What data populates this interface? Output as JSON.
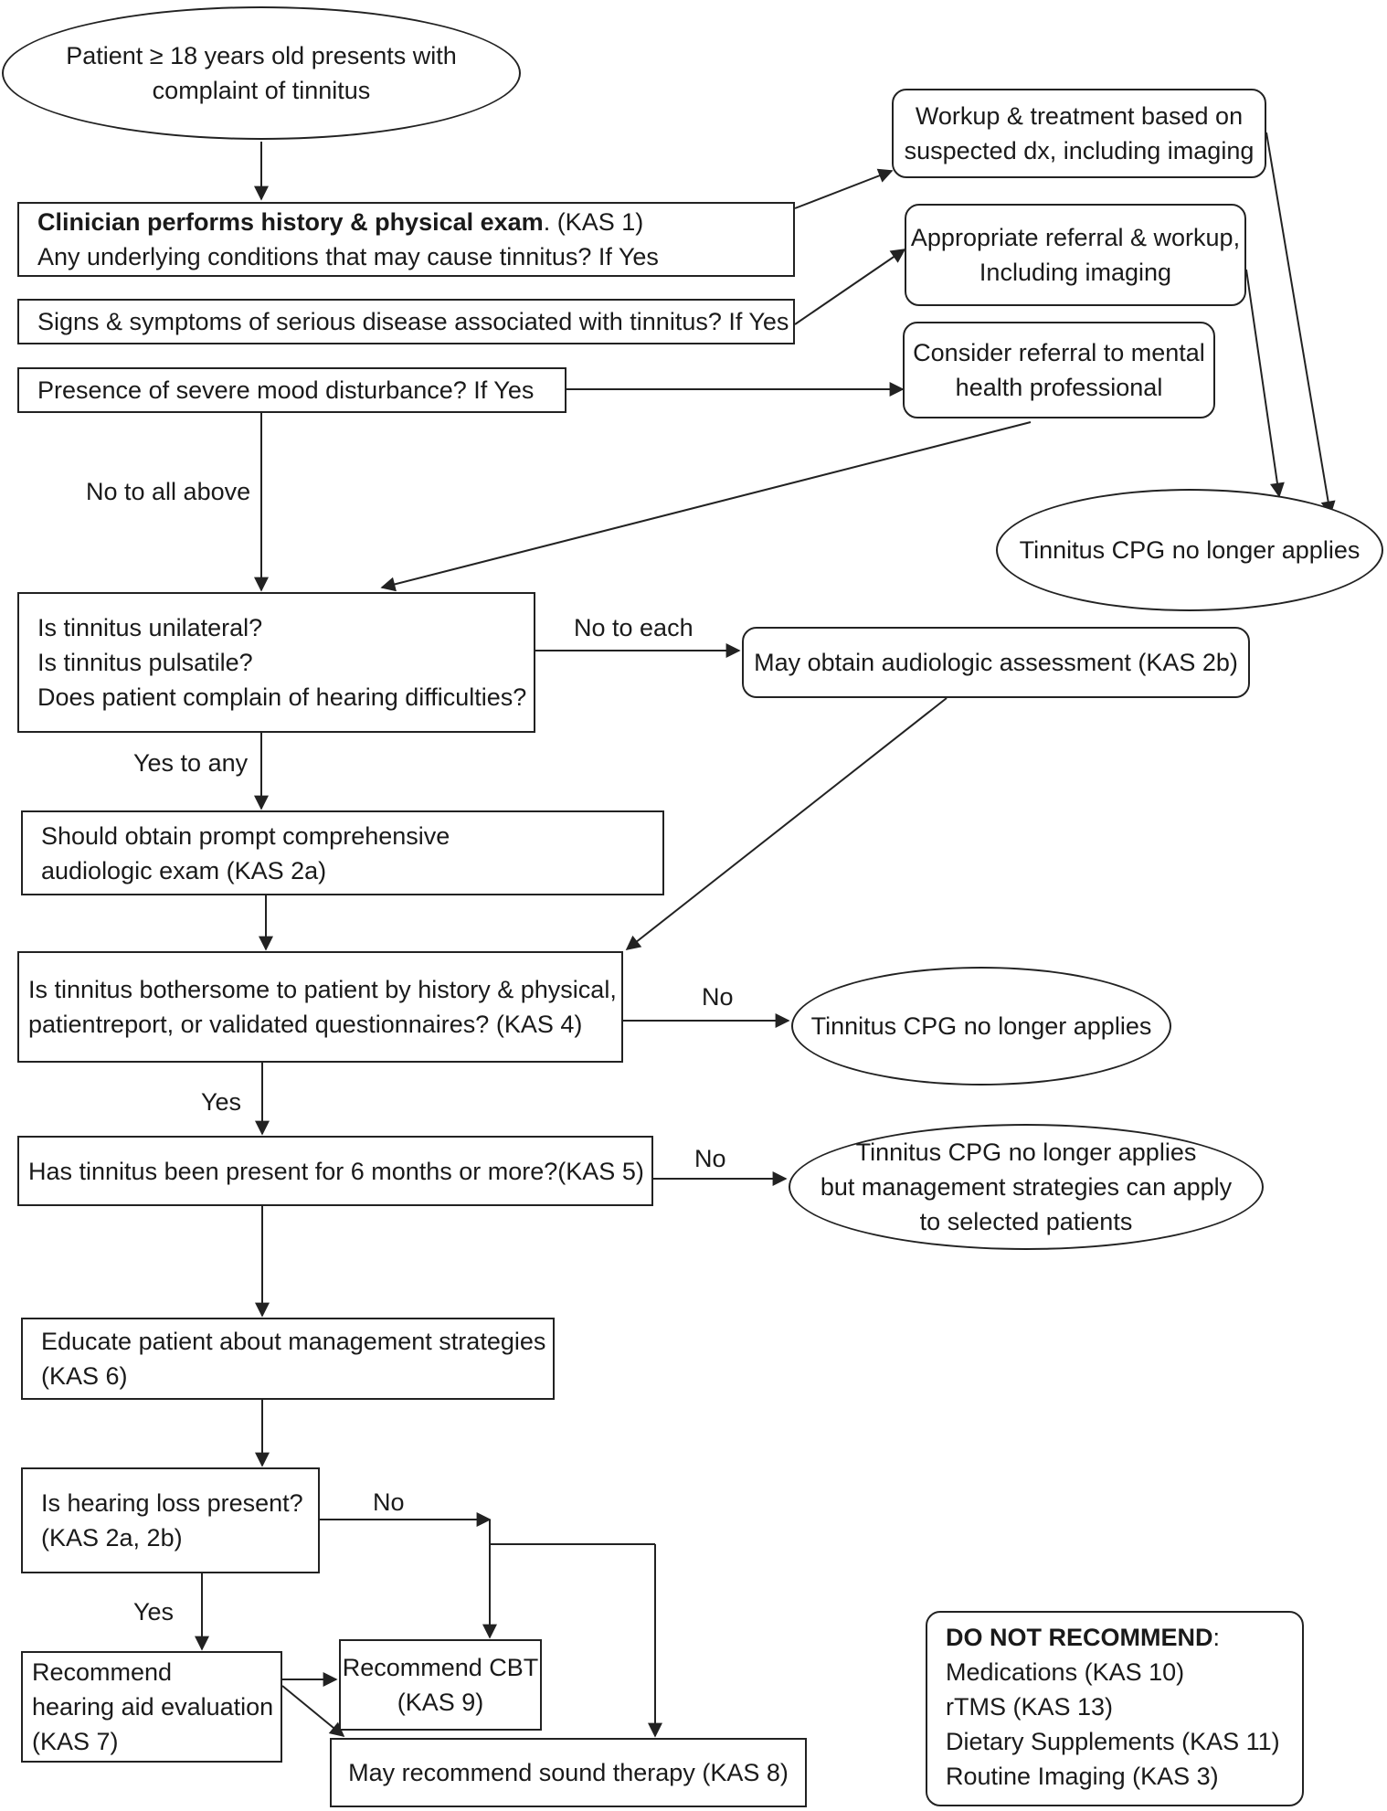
{
  "start": {
    "line1": "Patient ≥ 18 years old presents with",
    "line2": "complaint of tinnitus"
  },
  "history_exam": {
    "bold": "Clinician performs history & physical exam",
    "after_bold": ". (KAS 1)",
    "line2": "Any underlying conditions that may cause tinnitus? If Yes"
  },
  "serious_signs": {
    "text": "Signs & symptoms of serious disease associated with tinnitus? If Yes"
  },
  "mood": {
    "text": "Presence of severe mood disturbance? If Yes"
  },
  "workup": {
    "line1": "Workup & treatment based on",
    "line2": "suspected dx, including imaging"
  },
  "referral": {
    "line1": "Appropriate referral & workup,",
    "line2": "Including imaging"
  },
  "mental_health": {
    "line1": "Consider referral to mental",
    "line2": "health professional"
  },
  "cpg_top": {
    "text": "Tinnitus CPG no longer applies"
  },
  "label_no_to_all": "No to all above",
  "questions": {
    "line1": "Is tinnitus unilateral?",
    "line2": "Is tinnitus pulsatile?",
    "line3": "Does patient complain of hearing difficulties?"
  },
  "label_no_to_each": "No to each",
  "audio_assess": {
    "text": "May obtain audiologic assessment (KAS 2b)"
  },
  "label_yes_to_any": "Yes to any",
  "audio_exam": {
    "line1": "Should obtain prompt comprehensive",
    "line2": "audiologic exam (KAS 2a)"
  },
  "bothersome": {
    "line1": "Is tinnitus bothersome to patient by history & physical,",
    "line2": "patientreport, or validated questionnaires? (KAS 4)"
  },
  "label_no_1": "No",
  "cpg_mid": {
    "text": "Tinnitus CPG no longer applies"
  },
  "label_yes_1": "Yes",
  "six_months": {
    "text": "Has tinnitus been present for 6 months or more?(KAS 5)"
  },
  "label_no_2": "No",
  "cpg_management": {
    "line1": "Tinnitus CPG no longer applies",
    "line2": "but management strategies can apply",
    "line3": "to selected patients"
  },
  "educate": {
    "line1": "Educate patient about management strategies",
    "line2": "(KAS 6)"
  },
  "hearing_loss": {
    "line1": "Is hearing loss present?",
    "line2": "(KAS 2a, 2b)"
  },
  "label_no_3": "No",
  "label_yes_2": "Yes",
  "hearing_aid": {
    "line1": "Recommend",
    "line2": "hearing aid evaluation",
    "line3": "(KAS 7)"
  },
  "cbt": {
    "line1": "Recommend CBT",
    "line2": "(KAS 9)"
  },
  "sound_therapy": {
    "text": "May recommend sound therapy (KAS 8)"
  },
  "do_not": {
    "title": "DO NOT RECOMMEND",
    "title_suffix": ":",
    "items": [
      "Medications (KAS 10)",
      "rTMS (KAS 13)",
      "Dietary Supplements (KAS 11)",
      "Routine Imaging (KAS 3)"
    ]
  },
  "colors": {
    "ink": "#1a1a1a",
    "stroke": "#222222",
    "background": "#ffffff"
  }
}
